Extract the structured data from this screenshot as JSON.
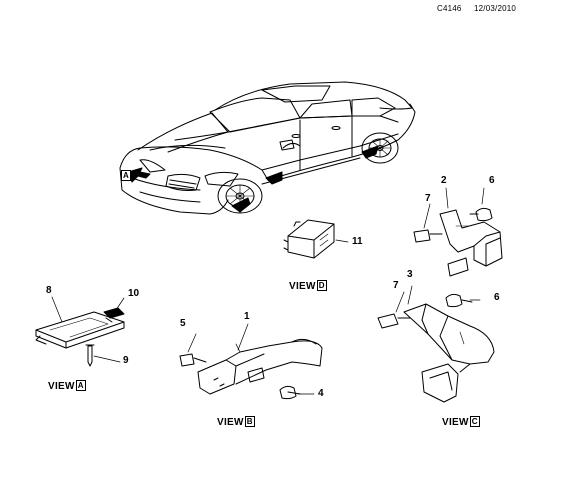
{
  "header": {
    "code": "C4146",
    "date": "12/03/2010"
  },
  "callouts": {
    "car_marker": "A"
  },
  "parts": {
    "p1": "1",
    "p2": "2",
    "p3": "3",
    "p4": "4",
    "p5": "5",
    "p6a": "6",
    "p6b": "6",
    "p7a": "7",
    "p7b": "7",
    "p8": "8",
    "p9": "9",
    "p10": "10",
    "p11": "11"
  },
  "views": [
    {
      "word": "VIEW",
      "letter": "A"
    },
    {
      "word": "VIEW",
      "letter": "B"
    },
    {
      "word": "VIEW",
      "letter": "C"
    },
    {
      "word": "VIEW",
      "letter": "D"
    }
  ]
}
